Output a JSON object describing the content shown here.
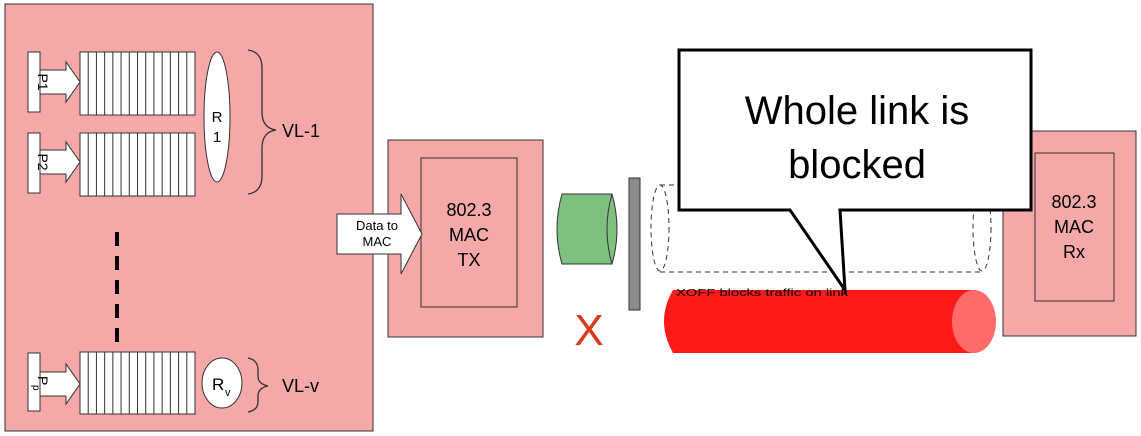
{
  "colors": {
    "panel": "#f4a8a8",
    "panel_border": "#333333",
    "cylinder_red": "#ff1a1a",
    "cylinder_cap": "#ff6a6a",
    "green": "#7fbf7f",
    "x_mark": "#d83a1a",
    "gray_bar": "#8c8c8c"
  },
  "left_panel": {
    "queues": [
      {
        "priority_label": "P1",
        "rate_label_main": "R",
        "rate_label_sub": "1",
        "vl_label": "VL-1"
      },
      {
        "priority_label": "P2"
      }
    ],
    "last_queue": {
      "priority_label_main": "P",
      "priority_label_sub": "p",
      "rate_label_main": "R",
      "rate_label_sub": "v",
      "vl_label": "VL-v"
    }
  },
  "data_arrow": {
    "line1": "Data to",
    "line2": "MAC"
  },
  "tx_mac": {
    "line1": "802.3",
    "line2": "MAC",
    "line3": "TX"
  },
  "rx_mac": {
    "line1": "802.3",
    "line2": "MAC",
    "line3": "Rx"
  },
  "blocked_marker": "X",
  "callout": {
    "line1": "Whole link is",
    "line2": "blocked"
  },
  "link_note": "XOFF blocks traffic on link"
}
